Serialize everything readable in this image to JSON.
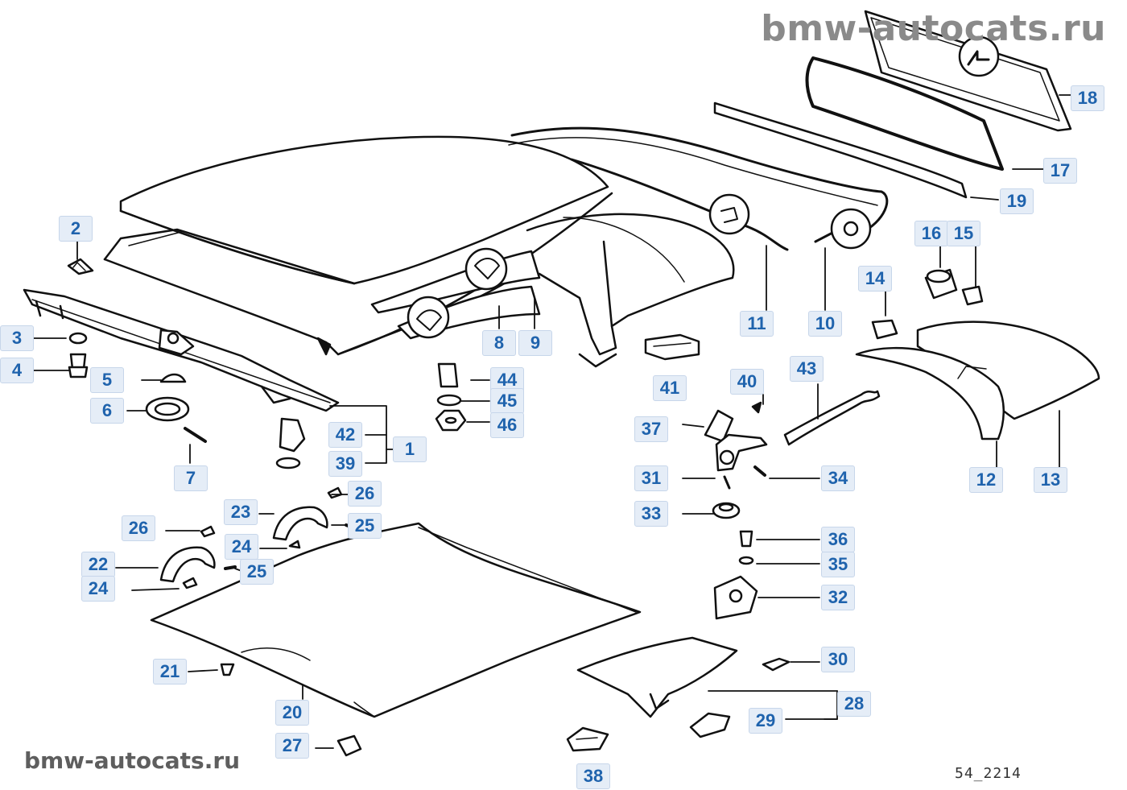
{
  "watermark_top": "bmw-autocats.ru",
  "watermark_bottom": "bmw-autocats.ru",
  "diagram_code": "54_2214",
  "accent_color": "#1f63ad",
  "callout_bg_color": "#e5edf7",
  "callouts": [
    {
      "id": "1",
      "label": "1"
    },
    {
      "id": "2",
      "label": "2"
    },
    {
      "id": "3",
      "label": "3"
    },
    {
      "id": "4",
      "label": "4"
    },
    {
      "id": "5",
      "label": "5"
    },
    {
      "id": "6",
      "label": "6"
    },
    {
      "id": "7",
      "label": "7"
    },
    {
      "id": "8",
      "label": "8"
    },
    {
      "id": "9",
      "label": "9"
    },
    {
      "id": "10",
      "label": "10"
    },
    {
      "id": "11",
      "label": "11"
    },
    {
      "id": "12",
      "label": "12"
    },
    {
      "id": "13",
      "label": "13"
    },
    {
      "id": "14",
      "label": "14"
    },
    {
      "id": "15",
      "label": "15"
    },
    {
      "id": "16",
      "label": "16"
    },
    {
      "id": "17",
      "label": "17"
    },
    {
      "id": "18",
      "label": "18"
    },
    {
      "id": "19",
      "label": "19"
    },
    {
      "id": "20",
      "label": "20"
    },
    {
      "id": "21",
      "label": "21"
    },
    {
      "id": "22",
      "label": "22"
    },
    {
      "id": "23",
      "label": "23"
    },
    {
      "id": "24a",
      "label": "24"
    },
    {
      "id": "24b",
      "label": "24"
    },
    {
      "id": "25a",
      "label": "25"
    },
    {
      "id": "25b",
      "label": "25"
    },
    {
      "id": "26a",
      "label": "26"
    },
    {
      "id": "26b",
      "label": "26"
    },
    {
      "id": "27",
      "label": "27"
    },
    {
      "id": "28",
      "label": "28"
    },
    {
      "id": "29",
      "label": "29"
    },
    {
      "id": "30",
      "label": "30"
    },
    {
      "id": "31",
      "label": "31"
    },
    {
      "id": "32",
      "label": "32"
    },
    {
      "id": "33",
      "label": "33"
    },
    {
      "id": "34",
      "label": "34"
    },
    {
      "id": "35",
      "label": "35"
    },
    {
      "id": "36",
      "label": "36"
    },
    {
      "id": "37",
      "label": "37"
    },
    {
      "id": "38",
      "label": "38"
    },
    {
      "id": "39",
      "label": "39"
    },
    {
      "id": "40",
      "label": "40"
    },
    {
      "id": "41",
      "label": "41"
    },
    {
      "id": "42",
      "label": "42"
    },
    {
      "id": "43",
      "label": "43"
    },
    {
      "id": "44",
      "label": "44"
    },
    {
      "id": "45",
      "label": "45"
    },
    {
      "id": "46",
      "label": "46"
    }
  ]
}
